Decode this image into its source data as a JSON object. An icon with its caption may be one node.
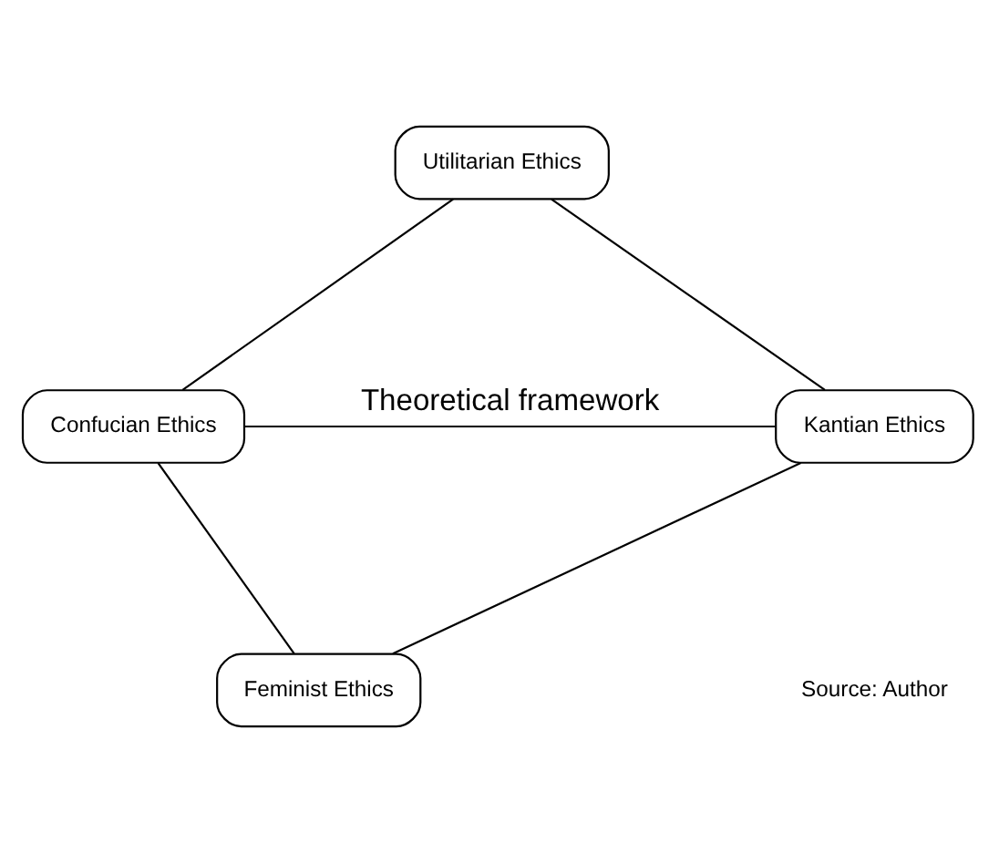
{
  "diagram": {
    "nodes": [
      {
        "text": [
          "Utilitarian Ethics"
        ]
      },
      {
        "text": [
          "Confucian Ethics"
        ]
      },
      {
        "text": [
          "Kantian Ethics"
        ]
      },
      {
        "text": [
          "Feminist Ethics"
        ]
      }
    ],
    "edges": [
      {
        "from": 0,
        "to": 1,
        "arrow": "none"
      },
      {
        "from": 0,
        "to": 2,
        "arrow": "none"
      },
      {
        "from": 1,
        "to": 2,
        "arrow": "none",
        "label": "Theoretical framework"
      },
      {
        "from": 1,
        "to": 3,
        "arrow": "none"
      },
      {
        "from": 2,
        "to": 3,
        "arrow": "none"
      }
    ],
    "labels": [
      "Source: Author"
    ]
  }
}
